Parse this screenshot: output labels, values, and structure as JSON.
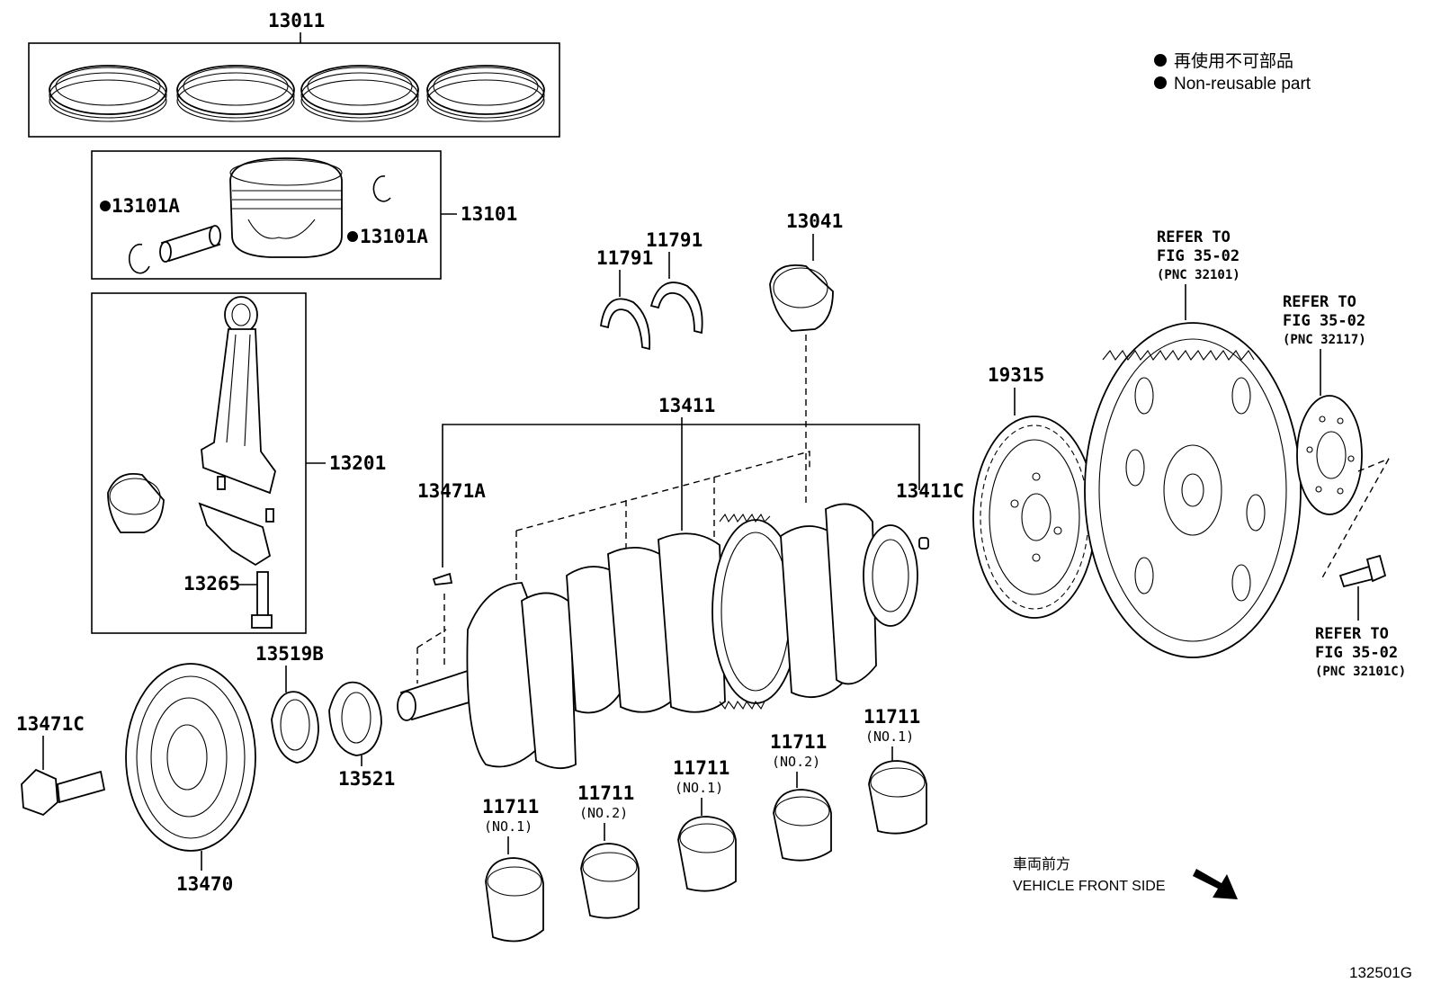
{
  "legend": {
    "jp": "再使用不可部品",
    "en": "Non-reusable part"
  },
  "parts": {
    "p13011": "13011",
    "p13101": "13101",
    "p13101A_left": "13101A",
    "p13101A_right": "13101A",
    "p13201": "13201",
    "p13265": "13265",
    "p13519B": "13519B",
    "p13521": "13521",
    "p13470": "13470",
    "p13471C": "13471C",
    "p13471A": "13471A",
    "p13411": "13411",
    "p13411C": "13411C",
    "p13041": "13041",
    "p11791_a": "11791",
    "p11791_b": "11791",
    "p19315": "19315"
  },
  "bearings": [
    {
      "pn": "11711",
      "note": "(NO.1)"
    },
    {
      "pn": "11711",
      "note": "(NO.2)"
    },
    {
      "pn": "11711",
      "note": "(NO.1)"
    },
    {
      "pn": "11711",
      "note": "(NO.2)"
    },
    {
      "pn": "11711",
      "note": "(NO.1)"
    }
  ],
  "refs": [
    {
      "l1": "REFER TO",
      "l2": "FIG 35-02",
      "l3": "(PNC 32101)"
    },
    {
      "l1": "REFER TO",
      "l2": "FIG 35-02",
      "l3": "(PNC 32117)"
    },
    {
      "l1": "REFER TO",
      "l2": "FIG 35-02",
      "l3": "(PNC 32101C)"
    }
  ],
  "front": {
    "jp": "車両前方",
    "en": "VEHICLE FRONT SIDE"
  },
  "figure_id": "132501G"
}
